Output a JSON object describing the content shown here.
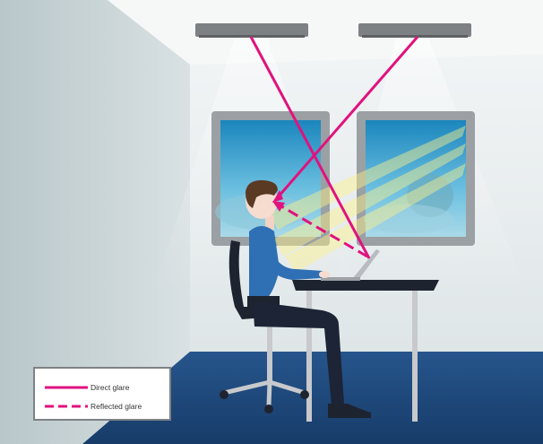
{
  "legend": {
    "direct_label": "Direct glare",
    "reflected_label": "Reflected glare"
  },
  "colors": {
    "glare_line": "#e0127e",
    "ceiling": "#f4f6f7",
    "back_wall": "#e9eeef",
    "left_wall": "#c9d4d6",
    "floor": "#1f4a7e",
    "shirt": "#2f6fb3",
    "trousers": "#1c2436",
    "desk_top": "#1e2330",
    "desk_leg": "#c7c9cc",
    "lamp": "#7d8184",
    "window_frame": "#8f9497",
    "sky": "#2f97c6"
  },
  "icons": {
    "person": "person-at-desk",
    "laptop": "laptop",
    "chair": "office-chair"
  }
}
